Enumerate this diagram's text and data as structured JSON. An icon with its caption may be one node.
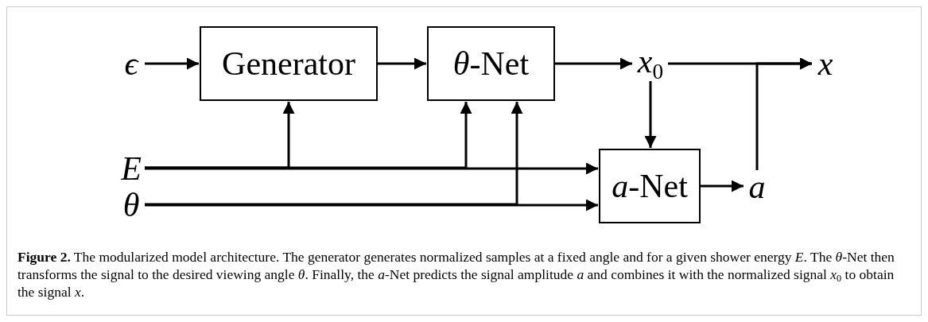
{
  "diagram": {
    "caption": "**Figure 2.** The modularized model architecture. The generator generates normalized samples at a fixed angle and for a given shower energy *E*. The *θ*-Net then transforms the signal to the desired viewing angle *θ*. Finally, the *a*-Net predicts the signal amplitude *a* and combines it with the normalized signal *x*$_{0}$ to obtain the signal *x*.",
    "nodes": [
      {
        "text": [
          "ϵ"
        ]
      },
      {
        "text": [
          "Generator"
        ]
      },
      {
        "text": [
          "*θ*-Net"
        ]
      },
      {
        "text": [
          "*x*$_{0}$"
        ]
      },
      {
        "text": [
          "x"
        ]
      },
      {
        "text": [
          "E"
        ]
      },
      {
        "text": [
          "θ"
        ]
      },
      {
        "text": [
          "*a*-Net"
        ]
      },
      {
        "text": [
          "a"
        ]
      }
    ],
    "edges": [
      {
        "from": 0,
        "to": 1,
        "arrow": "to"
      },
      {
        "from": 1,
        "to": 2,
        "arrow": "to"
      },
      {
        "from": 2,
        "to": 3,
        "arrow": "to"
      },
      {
        "from": 3,
        "to": 4,
        "arrow": "to"
      },
      {
        "from": 8,
        "to": 4,
        "arrow": "to"
      },
      {
        "from": 3,
        "to": 7,
        "arrow": "to"
      },
      {
        "from": 5,
        "to": 1,
        "arrow": "to"
      },
      {
        "from": 5,
        "to": 2,
        "arrow": "to"
      },
      {
        "from": 5,
        "to": 7,
        "arrow": "to"
      },
      {
        "from": 6,
        "to": 2,
        "arrow": "to"
      },
      {
        "from": 6,
        "to": 7,
        "arrow": "to"
      },
      {
        "from": 7,
        "to": 8,
        "arrow": "to"
      }
    ]
  }
}
